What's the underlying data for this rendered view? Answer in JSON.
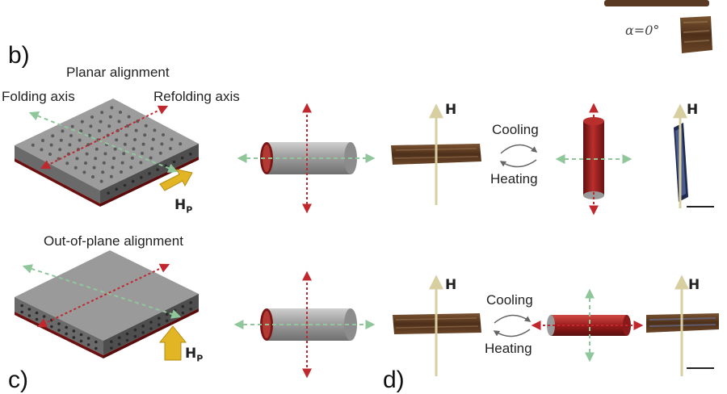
{
  "panels": {
    "b": "b)",
    "c": "c)",
    "d": "d)"
  },
  "top_fragment": {
    "angle_label": "α=0°"
  },
  "row_planar": {
    "title": "Planar alignment",
    "folding_axis": "Folding axis",
    "refolding_axis": "Refolding axis",
    "field_label": "H",
    "field_subscript": "P",
    "field_vertical": "H",
    "field_vertical_right": "H",
    "cooling": "Cooling",
    "heating": "Heating"
  },
  "row_outofplane": {
    "title": "Out-of-plane alignment",
    "field_label": "H",
    "field_subscript": "P",
    "field_vertical": "H",
    "field_vertical_right": "H",
    "cooling": "Cooling",
    "heating": "Heating"
  },
  "colors": {
    "red_axis": "#c0282d",
    "green_axis": "#8fc79a",
    "field_arrow": "#d8cfa0",
    "slab_top": "#9a9a9a",
    "slab_side": "#5c5c5c",
    "cylinder_grey": "#8e8e8e",
    "cylinder_red": "#9c1c1c",
    "sample_brown": "#5a3a22",
    "yellow_arrow": "#e0b020"
  }
}
